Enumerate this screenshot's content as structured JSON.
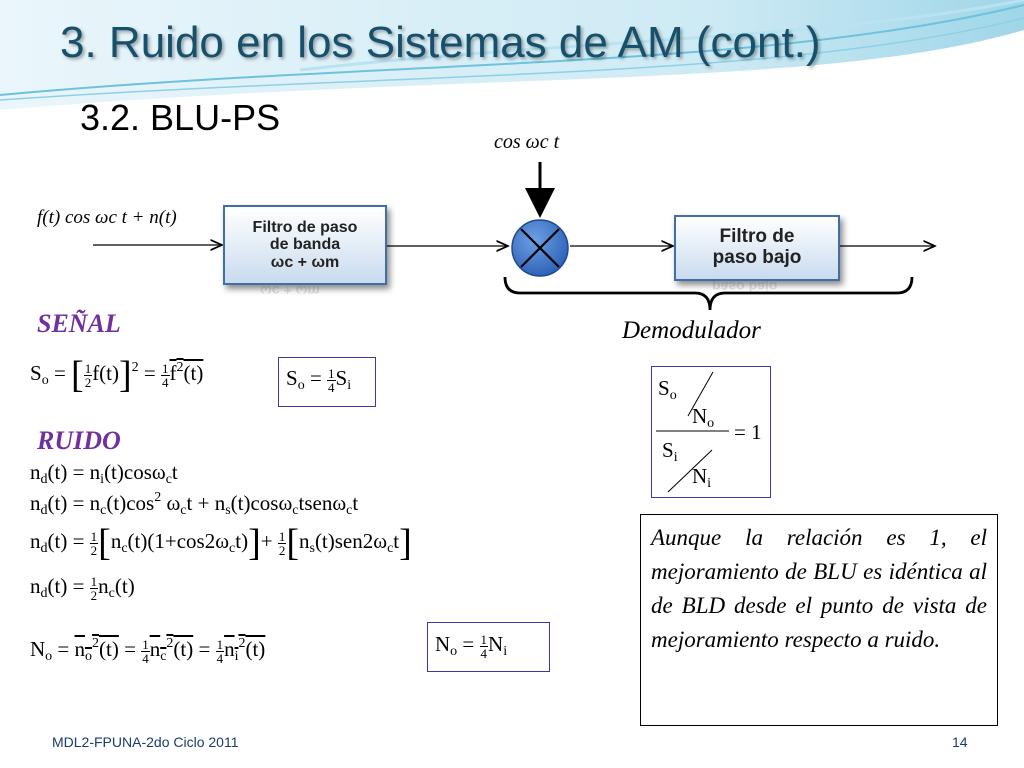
{
  "slide": {
    "title": "3. Ruido en los Sistemas de AM (cont.)",
    "subtitle": "3.2. BLU-PS"
  },
  "diagram": {
    "input_label": "f(t) cos ωc t + n(t)",
    "carrier_label": "cos ωc t",
    "bandpass_filter": {
      "line1": "Filtro de paso",
      "line2": "de banda",
      "line3": "ωc + ωm"
    },
    "lowpass_filter": {
      "line1": "Filtro de",
      "line2": "paso bajo"
    },
    "demodulator_label": "Demodulador",
    "mixer_symbol": "multiplier"
  },
  "sections": {
    "signal": "SEÑAL",
    "noise": "RUIDO"
  },
  "note": "Aunque la relación es 1, el mejoramiento de BLU es idéntica al de BLD desde el punto de vista de mejoramiento respecto a ruido.",
  "ratio_result": "= 1",
  "footer": {
    "course": "MDL2-FPUNA-2do Ciclo 2011",
    "page": "14"
  },
  "colors": {
    "title": "#17506b",
    "section": "#7030a0",
    "box_border": "#3f6fa6",
    "mixer": "#2f6fc4"
  }
}
